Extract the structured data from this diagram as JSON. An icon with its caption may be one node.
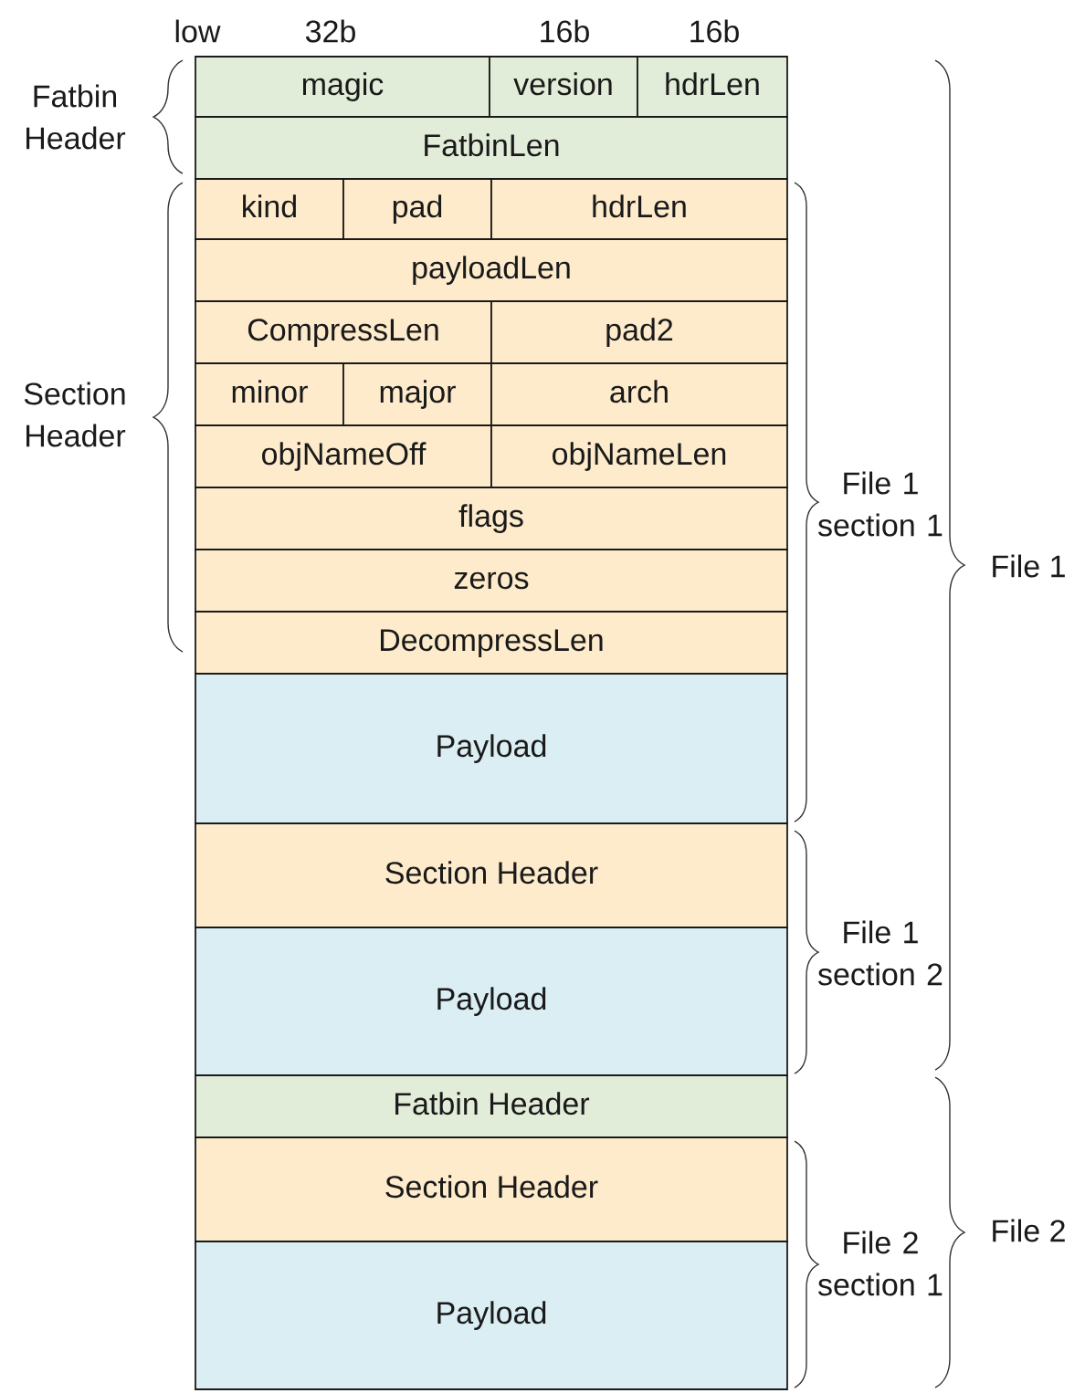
{
  "diagram": {
    "nodes": [
      {
        "text": [
          "magic"
        ]
      },
      {
        "text": [
          "version"
        ]
      },
      {
        "text": [
          "hdrLen"
        ]
      },
      {
        "text": [
          "FatbinLen"
        ]
      },
      {
        "text": [
          "kind"
        ]
      },
      {
        "text": [
          "pad"
        ]
      },
      {
        "text": [
          "hdrLen"
        ]
      },
      {
        "text": [
          "payloadLen"
        ]
      },
      {
        "text": [
          "CompressLen"
        ]
      },
      {
        "text": [
          "pad2"
        ]
      },
      {
        "text": [
          "minor"
        ]
      },
      {
        "text": [
          "major"
        ]
      },
      {
        "text": [
          "arch"
        ]
      },
      {
        "text": [
          "objNameOff"
        ]
      },
      {
        "text": [
          "objNameLen"
        ]
      },
      {
        "text": [
          "flags"
        ]
      },
      {
        "text": [
          "zeros"
        ]
      },
      {
        "text": [
          "DecompressLen"
        ]
      },
      {
        "text": [
          "Payload"
        ]
      },
      {
        "text": [
          "Section Header"
        ]
      },
      {
        "text": [
          "Payload"
        ]
      },
      {
        "text": [
          "Fatbin Header"
        ]
      },
      {
        "text": [
          "Section Header"
        ]
      },
      {
        "text": [
          "Payload"
        ]
      }
    ],
    "labels": [
      "low",
      "32b",
      "16b",
      "16b",
      "Fatbin Header",
      "Section Header",
      "File 1 section 1",
      "File 1",
      "File 1 section 2",
      "File 2",
      "File 2 section 1"
    ]
  }
}
